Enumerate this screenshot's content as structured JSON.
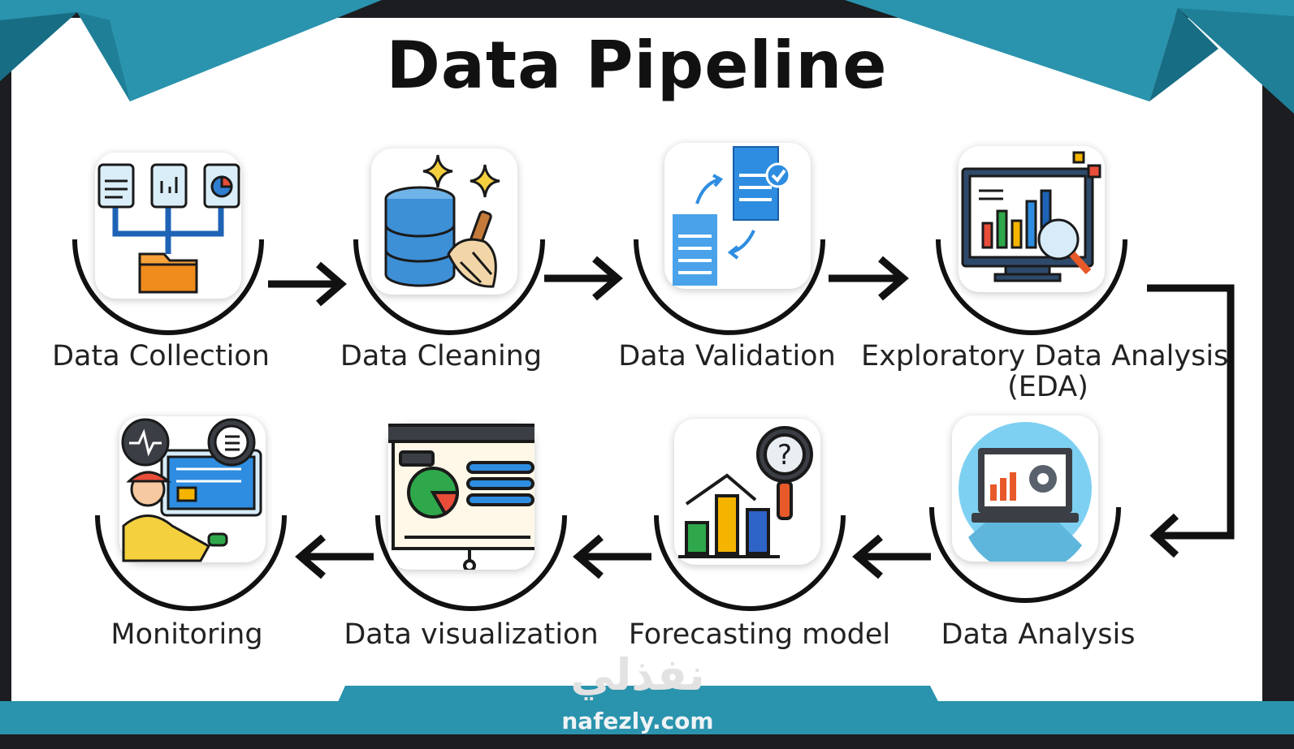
{
  "title": "Data Pipeline",
  "colors": {
    "teal": "#2a93ad",
    "dark_teal": "#176d84",
    "frame": "#1b1d20"
  },
  "steps": [
    {
      "label": "Data Collection",
      "icon": "documents-folder-icon"
    },
    {
      "label": "Data Cleaning",
      "icon": "database-broom-icon"
    },
    {
      "label": "Data Validation",
      "icon": "documents-checkmark-icon"
    },
    {
      "label": "Exploratory Data Analysis",
      "label2": "(EDA)",
      "icon": "monitor-magnifier-chart-icon"
    },
    {
      "label": "Data Analysis",
      "icon": "laptop-gear-chart-icon"
    },
    {
      "label": "Forecasting model",
      "icon": "bar-chart-question-icon"
    },
    {
      "label": "Data visualization",
      "icon": "presentation-board-icon"
    },
    {
      "label": "Monitoring",
      "icon": "person-monitor-icon"
    }
  ],
  "watermark": {
    "arabic": "نفذلي",
    "latin": "nafezly.com"
  }
}
